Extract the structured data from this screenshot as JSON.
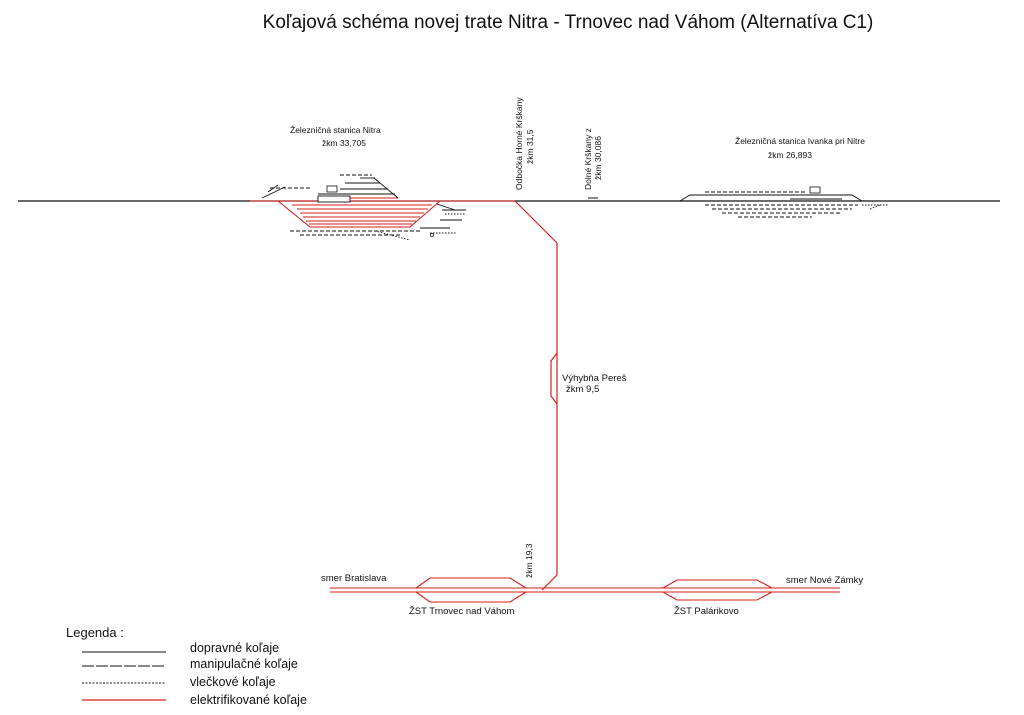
{
  "title": "Koľajová schéma novej trate Nitra - Trnovec nad Váhom (Alternatíva C1)",
  "colors": {
    "electrified": "#d81e1e",
    "track": "#111111"
  },
  "stations": {
    "nitra": {
      "name": "Železničná stanica Nitra",
      "km": "žkm 33,705"
    },
    "ivanka": {
      "name": "Železničná stanica Ivanka pri Nitre",
      "km": "žkm 26,893"
    },
    "horne_krskany": {
      "name": "Odbočka Horné Krškany",
      "km": "žkm 31,5"
    },
    "dolne_krskany": {
      "name": "Dolné Krškany z",
      "km": "žkm 30,086"
    },
    "peres": {
      "name": "Výhybňa Pereš",
      "km": "žkm 9,5"
    },
    "junction_km": "žkm 19,3",
    "trnovec": "ŽST Trnovec nad Váhom",
    "palarikovo": "ŽST Palárikovo",
    "dir_bratislava": "smer Bratislava",
    "dir_nove_zamky": "smer Nové Zámky"
  },
  "legend": {
    "title": "Legenda :",
    "items": [
      {
        "label": "dopravné koľaje",
        "style": "solid"
      },
      {
        "label": "manipulačné koľaje",
        "style": "dashed"
      },
      {
        "label": "vlečkové koľaje",
        "style": "dotted"
      },
      {
        "label": "elektrifikované koľaje",
        "style": "red"
      }
    ]
  }
}
